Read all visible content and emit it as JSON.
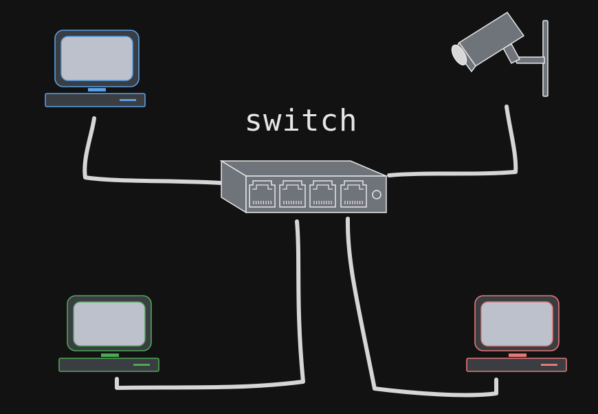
{
  "diagram": {
    "switch_label": "switch",
    "colors": {
      "background": "#121212",
      "cable": "#d6d6d6",
      "switch_body": "#6f737a",
      "switch_stroke": "#e8e8e8",
      "computer_top_left": "#5aa0e6",
      "computer_bottom_left": "#4caa55",
      "computer_bottom_right": "#e87878",
      "screen_fill": "#bdc1cb",
      "camera_body": "#6f737a"
    },
    "nodes": [
      {
        "id": "computer-top-left",
        "icon": "desktop-computer-icon"
      },
      {
        "id": "security-camera",
        "icon": "security-camera-icon"
      },
      {
        "id": "network-switch",
        "icon": "network-switch-icon"
      },
      {
        "id": "computer-bottom-left",
        "icon": "desktop-computer-icon"
      },
      {
        "id": "computer-bottom-right",
        "icon": "desktop-computer-icon"
      }
    ],
    "connections": [
      {
        "from": "computer-top-left",
        "to": "network-switch"
      },
      {
        "from": "security-camera",
        "to": "network-switch"
      },
      {
        "from": "computer-bottom-left",
        "to": "network-switch"
      },
      {
        "from": "computer-bottom-right",
        "to": "network-switch"
      }
    ]
  }
}
